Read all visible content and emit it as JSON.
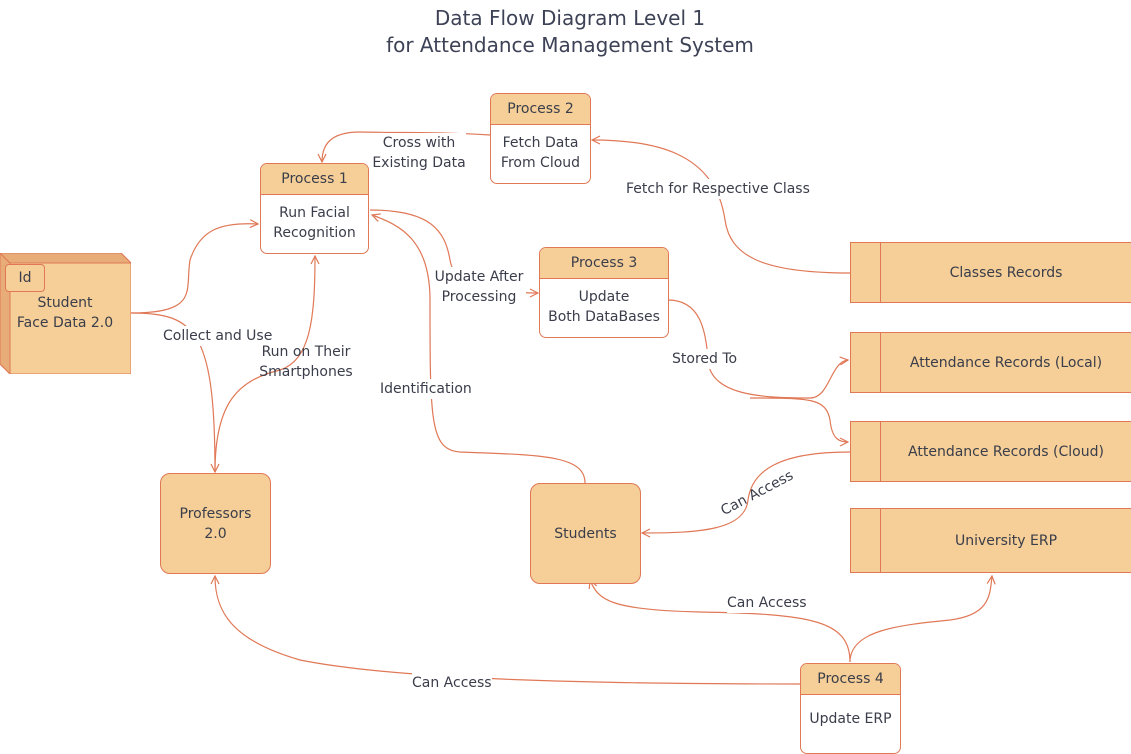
{
  "title": {
    "line1": "Data Flow Diagram Level 1",
    "line2": "for Attendance Management System"
  },
  "processes": {
    "p1": {
      "header": "Process 1",
      "body_line1": "Run Facial",
      "body_line2": "Recognition"
    },
    "p2": {
      "header": "Process 2",
      "body_line1": "Fetch Data",
      "body_line2": "From Cloud"
    },
    "p3": {
      "header": "Process 3",
      "body_line1": "Update",
      "body_line2": "Both DataBases"
    },
    "p4": {
      "header": "Process 4",
      "body_line1": "Update ERP"
    }
  },
  "entities": {
    "student_face": {
      "tag": "Id",
      "line1": "Student",
      "line2": "Face Data 2.0"
    },
    "professors": {
      "line1": "Professors",
      "line2": "2.0"
    },
    "students": {
      "line1": "Students"
    }
  },
  "stores": {
    "classes": "Classes Records",
    "att_local": "Attendance Records (Local)",
    "att_cloud": "Attendance Records (Cloud)",
    "erp": "University ERP"
  },
  "labels": {
    "cross_line1": "Cross with",
    "cross_line2": "Existing Data",
    "fetch_class": "Fetch for Respective Class",
    "update_after_line1": "Update After",
    "update_after_line2": "Processing",
    "collect_use": "Collect and Use",
    "run_phones_line1": "Run on Their",
    "run_phones_line2": "Smartphones",
    "stored_to": "Stored To",
    "identification": "Identification",
    "can_access_cloud": "Can Access",
    "can_access_students": "Can Access",
    "can_access_prof": "Can Access"
  },
  "colors": {
    "fill": "#f5cf97",
    "stroke": "#e07856",
    "text": "#3a3d4a"
  }
}
